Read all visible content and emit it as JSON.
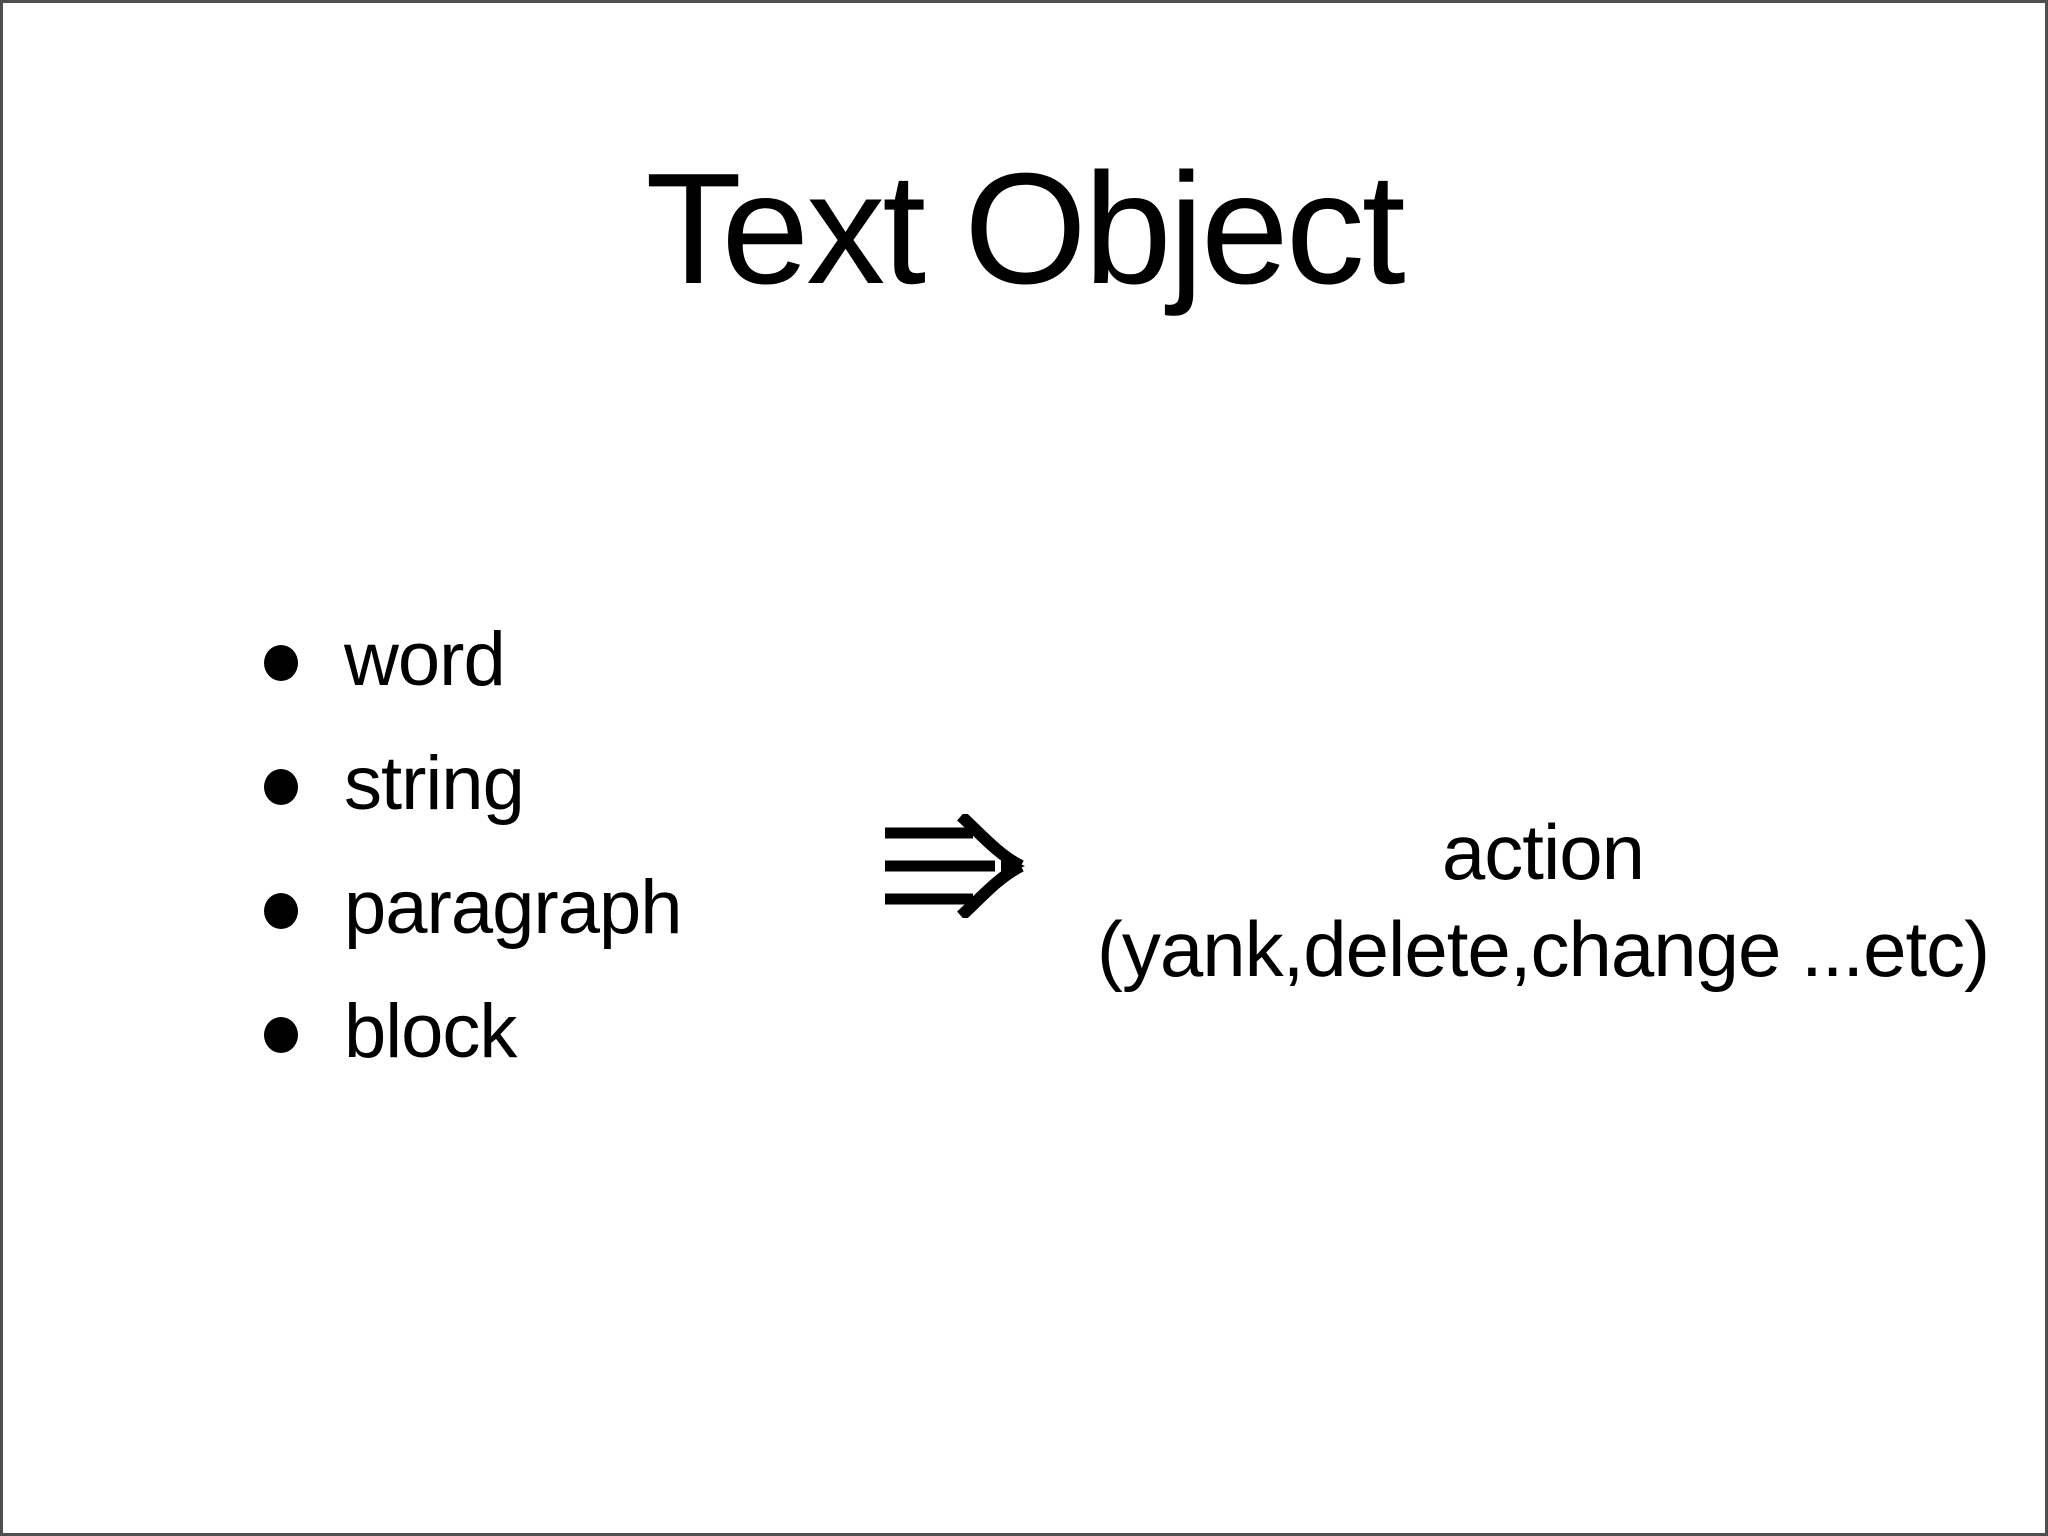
{
  "slide": {
    "title": "Text Object",
    "bullets": [
      "word",
      "string",
      "paragraph",
      "block"
    ],
    "icons": {
      "triple_arrow": "⇛"
    },
    "action": {
      "line1": "action",
      "line2": "(yank,delete,change ...etc)"
    },
    "colors": {
      "background": "#ffffff",
      "text": "#000000",
      "border": "#4f4f4f"
    }
  }
}
